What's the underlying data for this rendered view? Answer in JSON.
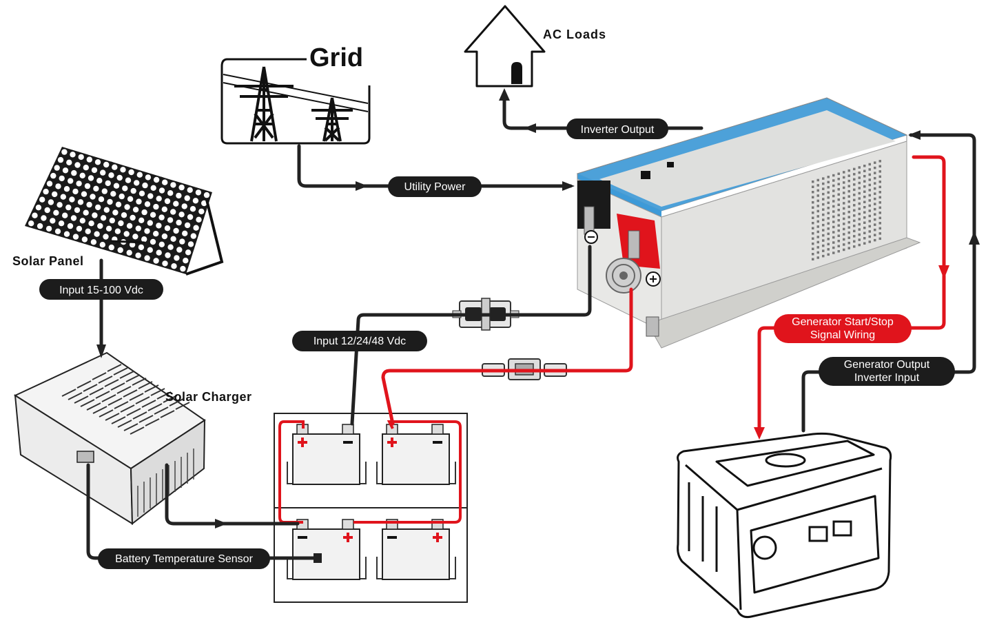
{
  "labels": {
    "grid": "Grid",
    "ac_loads": "AC Loads",
    "solar_panel": "Solar Panel",
    "solar_charger": "Solar Charger"
  },
  "pills": {
    "inverter_output": "Inverter Output",
    "utility_power": "Utility Power",
    "input_pv": "Input 15-100 Vdc",
    "input_battery": "Input 12/24/48 Vdc",
    "battery_temp": "Battery Temperature Sensor",
    "gen_signal_line1": "Generator Start/Stop",
    "gen_signal_line2": "Signal Wiring",
    "gen_output_line1": "Generator Output",
    "gen_output_line2": "Inverter Input"
  },
  "colors": {
    "pill_dark": "#1c1c1c",
    "pill_red": "#e0141c",
    "inverter_blue": "#3d9ad8",
    "inverter_body": "#e8e8e6",
    "terminal_red": "#e0141c"
  },
  "icons": [
    "house-icon",
    "power-tower-icon",
    "solar-panel-icon",
    "solar-charger-icon",
    "inverter-icon",
    "battery-icon",
    "fuse-icon",
    "generator-icon"
  ]
}
